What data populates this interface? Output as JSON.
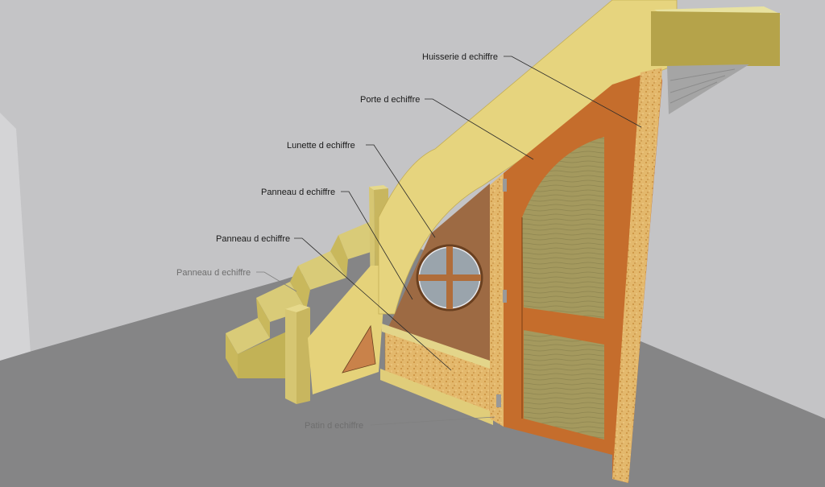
{
  "labels": {
    "huisserie": "Huisserie d echiffre",
    "porte": "Porte d echiffre",
    "lunette": "Lunette d echiffre",
    "panneau_1": "Panneau d echiffre",
    "panneau_2": "Panneau d echiffre",
    "panneau_3": "Panneau d echiffre",
    "patin": "Patin d echiffre"
  },
  "colors": {
    "wall": "#c4c4c6",
    "floor": "#858585",
    "stringer": "#e5d27a",
    "step_top": "#d9cb78",
    "step_front": "#c9b85c",
    "door_frame": "#c06a2a",
    "door_panel": "#a39860",
    "osb": "#e2b56a",
    "wood_panel": "#9e6a43"
  }
}
